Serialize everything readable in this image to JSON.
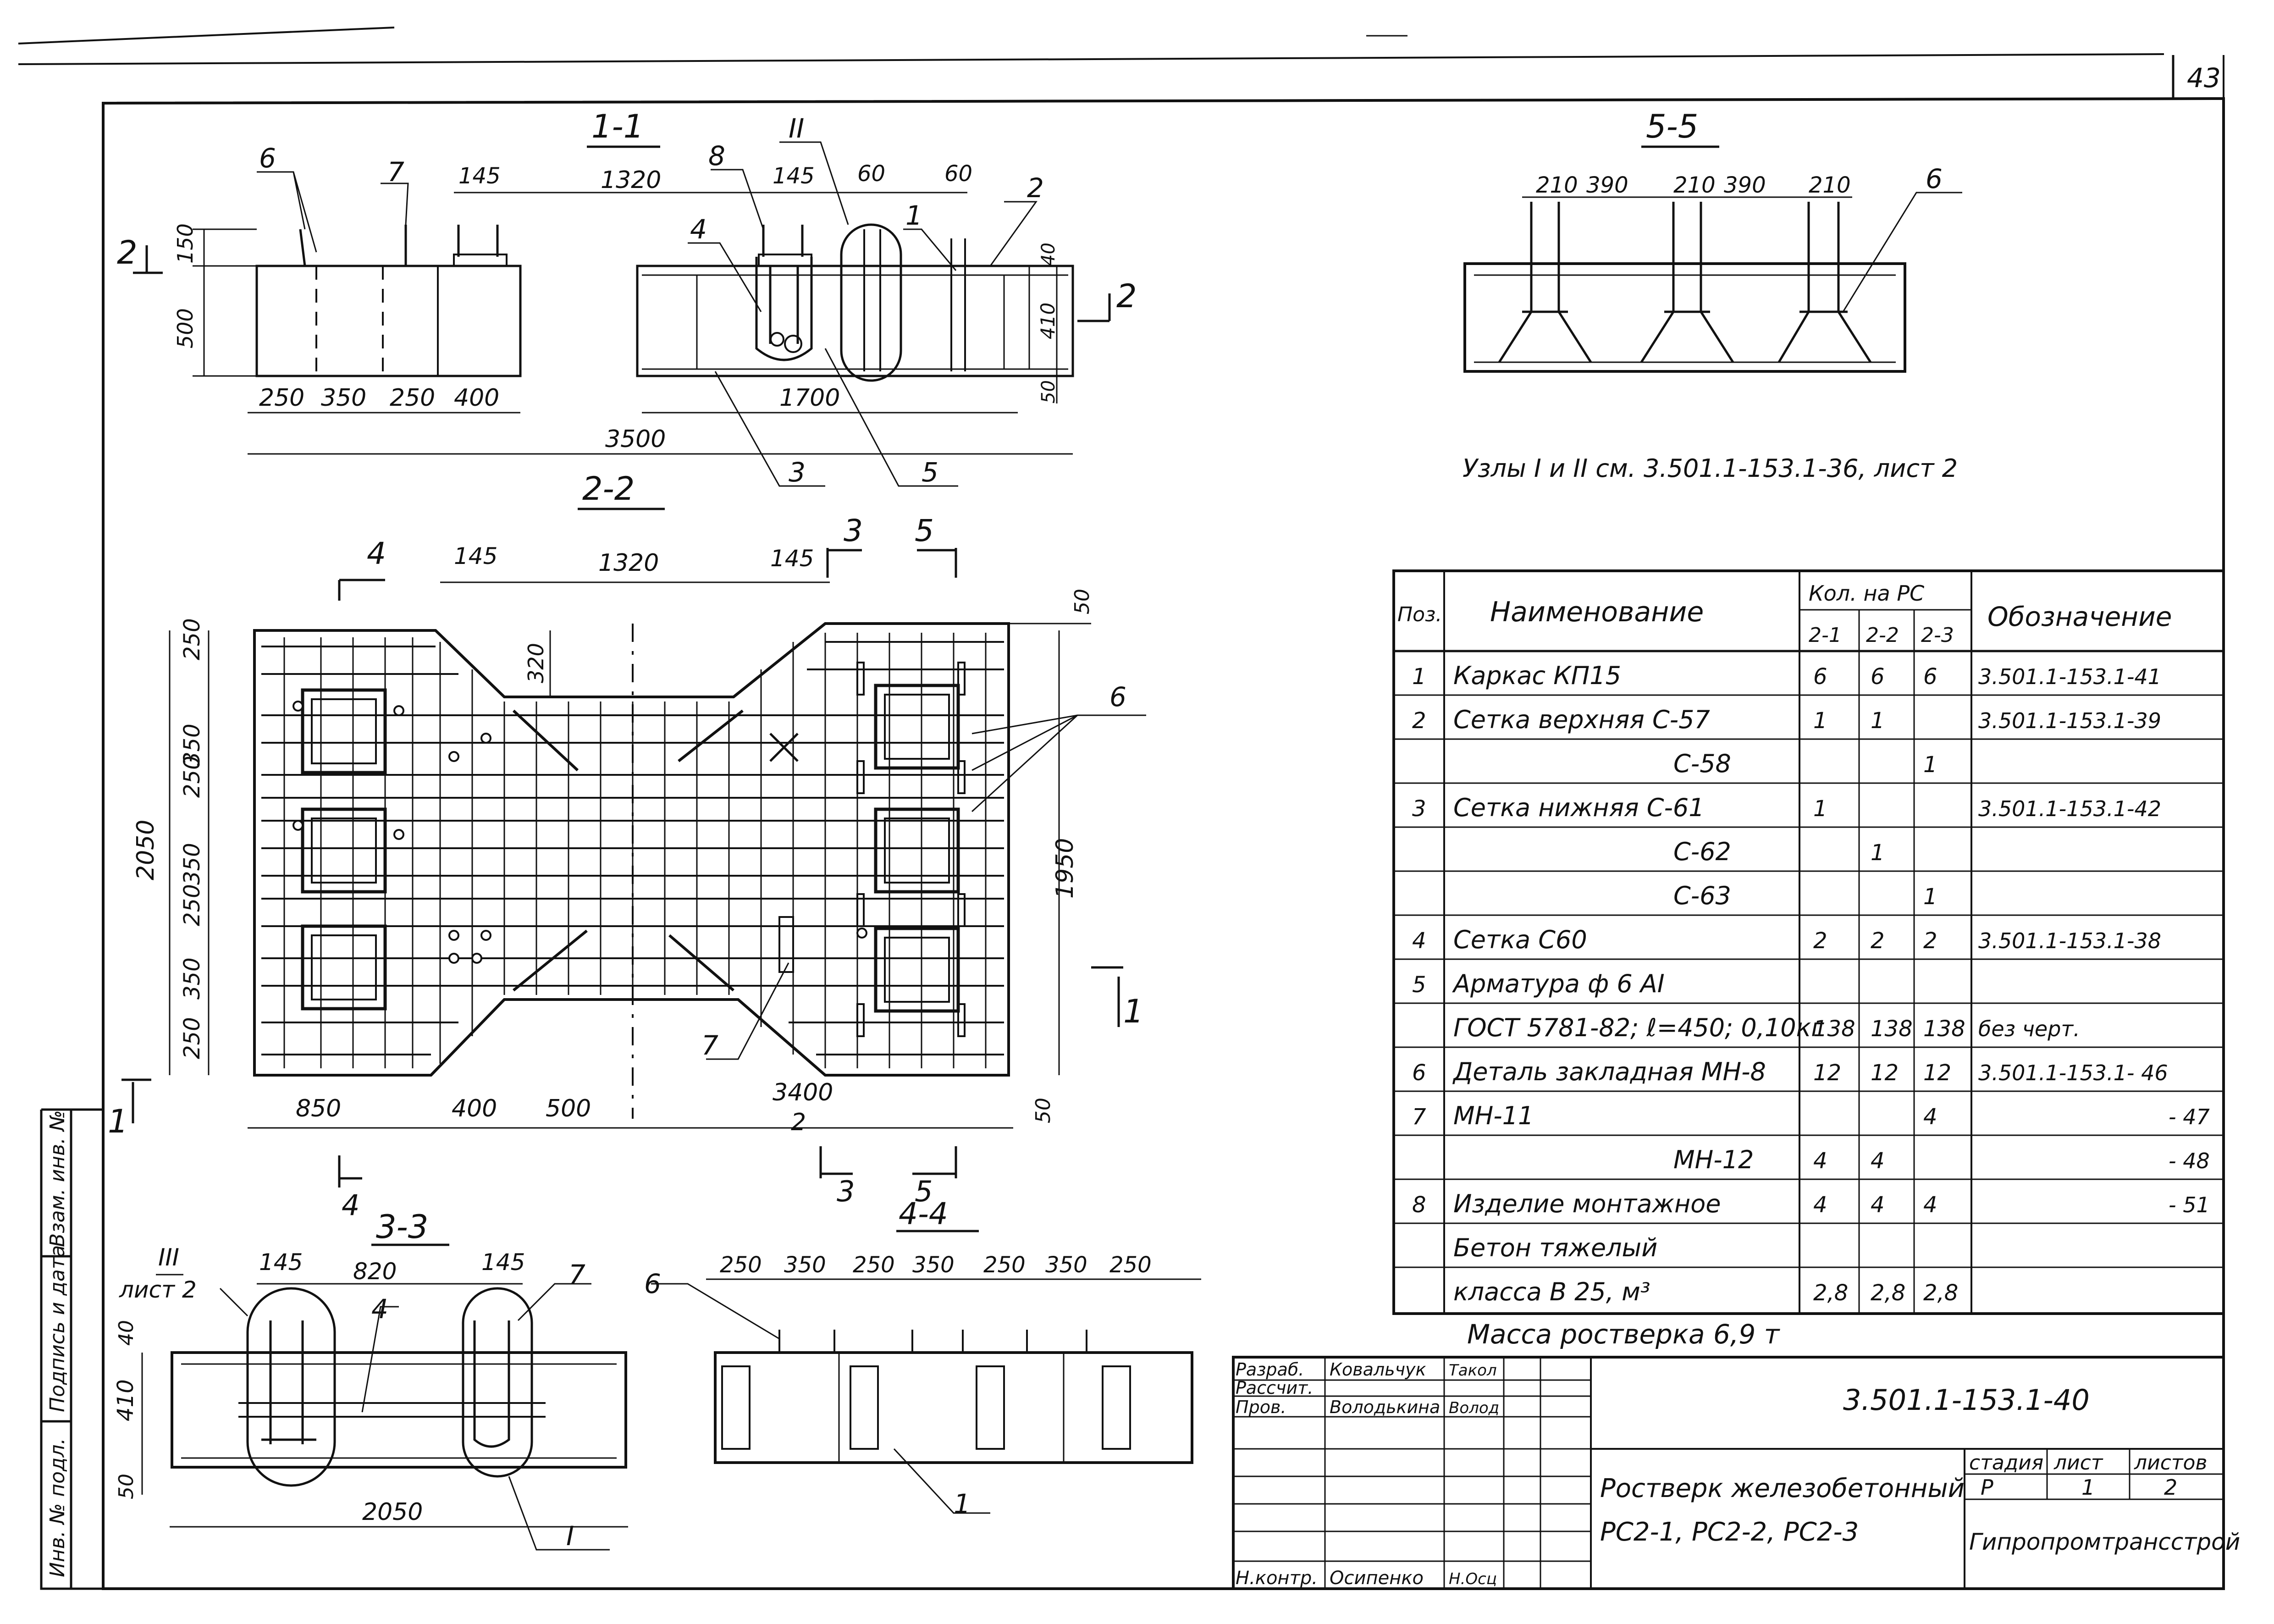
{
  "sheet_number": "43",
  "sections": {
    "s11": "1-1",
    "s22": "2-2",
    "s33": "3-3",
    "s44": "4-4",
    "s55": "5-5"
  },
  "cut_marks": {
    "m1": "1",
    "m2": "2",
    "m3": "3",
    "m4": "4",
    "m5": "5",
    "node2": "II",
    "node3": "III",
    "node1": "I",
    "list2": "лист 2"
  },
  "dims_11": {
    "d150": "150",
    "d500": "500",
    "d40": "40",
    "d410": "410",
    "d50": "50",
    "d145a": "145",
    "d1320": "1320",
    "d145b": "145",
    "d60a": "60",
    "d60b": "60",
    "d250a": "250",
    "d350": "350",
    "d250b": "250",
    "d400": "400",
    "d1700": "1700",
    "d3500": "3500"
  },
  "dims_22": {
    "d145a": "145",
    "d1320": "1320",
    "d145b": "145",
    "d320": "320",
    "d50top": "50",
    "d2050": "2050",
    "d1950": "1950",
    "v250a": "250",
    "v350a": "350",
    "v250b": "250",
    "v350b": "350",
    "v250c": "250",
    "v350c": "350",
    "v250d": "250",
    "d850": "850",
    "d400": "400",
    "d500": "500",
    "d3400": "3400",
    "d2": "2",
    "d50bot": "50"
  },
  "dims_55": {
    "a": "210",
    "b": "390",
    "c": "210",
    "d": "390",
    "e": "210"
  },
  "dims_33": {
    "d145a": "145",
    "d820": "820",
    "d145b": "145",
    "d40": "40",
    "d410": "410",
    "d50": "50",
    "d2050": "2050"
  },
  "dims_44": {
    "a": "250",
    "b": "350",
    "c": "250",
    "d": "350",
    "e": "250",
    "f": "350",
    "g": "250"
  },
  "callouts": {
    "c1": "1",
    "c2": "2",
    "c3": "3",
    "c4": "4",
    "c5": "5",
    "c6": "6",
    "c7": "7",
    "c8": "8"
  },
  "nodes_note": "Узлы I и II см. 3.501.1-153.1-36, лист 2",
  "spec": {
    "header": {
      "pos": "Поз.",
      "name": "Наименование",
      "qty": "Кол. на РС",
      "q1": "2-1",
      "q2": "2-2",
      "q3": "2-3",
      "designation": "Обозначение"
    },
    "rows": [
      {
        "pos": "1",
        "name": "Каркас КП15",
        "q1": "6",
        "q2": "6",
        "q3": "6",
        "code": "3.501.1-153.1-41"
      },
      {
        "pos": "2",
        "name": "Сетка верхняя С-57",
        "q1": "1",
        "q2": "1",
        "q3": "",
        "code": "3.501.1-153.1-39"
      },
      {
        "pos": "",
        "name": "С-58",
        "q1": "",
        "q2": "",
        "q3": "1",
        "code": ""
      },
      {
        "pos": "3",
        "name": "Сетка нижняя С-61",
        "q1": "1",
        "q2": "",
        "q3": "",
        "code": "3.501.1-153.1-42"
      },
      {
        "pos": "",
        "name": "С-62",
        "q1": "",
        "q2": "1",
        "q3": "",
        "code": ""
      },
      {
        "pos": "",
        "name": "С-63",
        "q1": "",
        "q2": "",
        "q3": "1",
        "code": ""
      },
      {
        "pos": "4",
        "name": "Сетка С60",
        "q1": "2",
        "q2": "2",
        "q3": "2",
        "code": "3.501.1-153.1-38"
      },
      {
        "pos": "5",
        "name": "Арматура ф 6 AI",
        "q1": "",
        "q2": "",
        "q3": "",
        "code": ""
      },
      {
        "pos": "",
        "name": "ГОСТ 5781-82; ℓ=450; 0,10кг",
        "q1": "138",
        "q2": "138",
        "q3": "138",
        "code": "без черт."
      },
      {
        "pos": "6",
        "name": "Деталь закладная МН-8",
        "q1": "12",
        "q2": "12",
        "q3": "12",
        "code": "3.501.1-153.1- 46"
      },
      {
        "pos": "7",
        "name": "МН-11",
        "q1": "",
        "q2": "",
        "q3": "4",
        "code": "- 47"
      },
      {
        "pos": "",
        "name": "МН-12",
        "q1": "4",
        "q2": "4",
        "q3": "",
        "code": "- 48"
      },
      {
        "pos": "8",
        "name": "Изделие монтажное",
        "q1": "4",
        "q2": "4",
        "q3": "4",
        "code": "- 51"
      },
      {
        "pos": "",
        "name": "Бетон тяжелый",
        "q1": "",
        "q2": "",
        "q3": "",
        "code": ""
      },
      {
        "pos": "",
        "name": "класса В 25, м³",
        "q1": "2,8",
        "q2": "2,8",
        "q3": "2,8",
        "code": ""
      }
    ],
    "mass": "Масса ростверка 6,9 т"
  },
  "title_block": {
    "doc_code": "3.501.1-153.1-40",
    "title_line1": "Ростверк железобетонный",
    "title_line2": "РС2-1, РС2-2, РС2-3",
    "org": "Гипропромтрансстрой",
    "stage_h": "стадия",
    "sheet_h": "лист",
    "sheets_h": "листов",
    "stage": "Р",
    "sheet": "1",
    "sheets": "2",
    "roles": {
      "razrab": "Разраб.",
      "rasschit": "Рассчит.",
      "prov": "Пров.",
      "nkontr": "Н.контр."
    },
    "names": {
      "razrab": "Ковальчук",
      "prov": "Володькина",
      "nkontr": "Осипенко"
    },
    "signs": {
      "razrab": "Такол",
      "prov": "Волод",
      "nkontr": "Н.Осц"
    }
  },
  "side_stamp": {
    "inv_podl": "Инв. № подл.",
    "podpis": "Подпись и дата",
    "vzam": "Взам. инв. №"
  }
}
